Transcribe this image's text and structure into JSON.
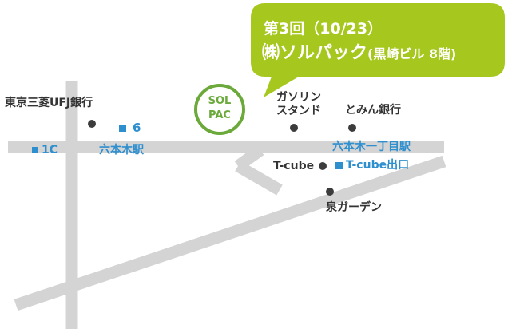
{
  "colors": {
    "road": "#d4d4d4",
    "station": "#2e8fcf",
    "landmark": "#3c3c3c",
    "bubble": "#a6c81e",
    "logo_ring": "#6aa93a",
    "label_dark": "#333333"
  },
  "callout": {
    "line1": "第3回（10/23）",
    "line2_name": "㈱ソルパック",
    "line2_building": "(黒崎ビル 8階)"
  },
  "logo": {
    "line1": "SOL",
    "line2": "PAC"
  },
  "landmarks": {
    "mufg_bank": "東京三菱UFJ銀行",
    "gas_station_line1": "ガソリン",
    "gas_station_line2": "スタンド",
    "tomin_bank": "とみん銀行",
    "tcube_building": "T-cube",
    "izumi_garden": "泉ガーデン"
  },
  "stations": {
    "exit_6": "6",
    "exit_1c": "1C",
    "roppongi_station": "六本木駅",
    "roppongi_itchome_station": "六本木一丁目駅",
    "tcube_exit": "T-cube出口"
  }
}
